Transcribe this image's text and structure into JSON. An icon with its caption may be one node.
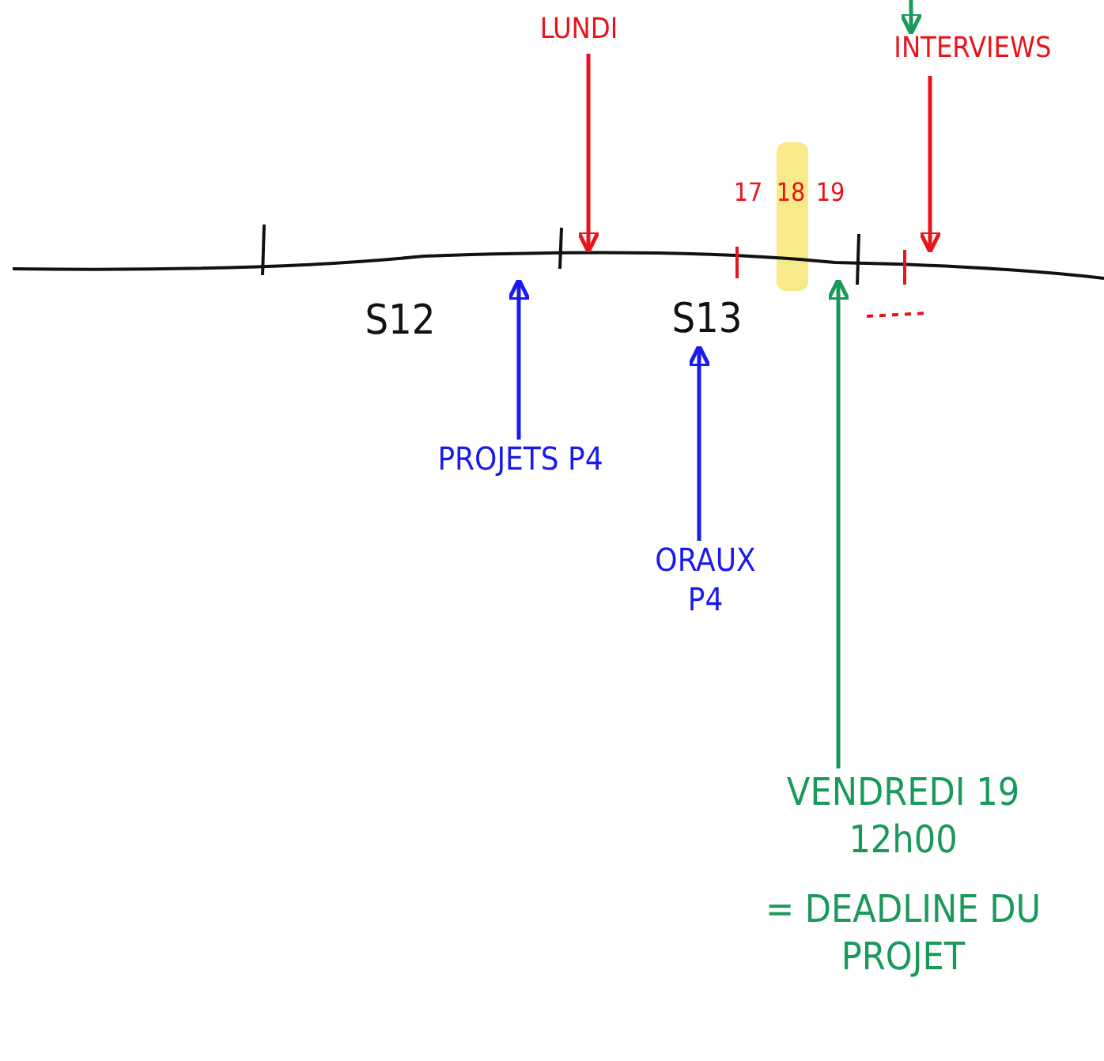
{
  "diagram": {
    "nodes": [
      {
        "text": [
          "LUNDI"
        ]
      },
      {
        "text": [
          "INTERVIEWS"
        ]
      },
      {
        "text": [],
        "shape": "line"
      },
      {
        "text": [
          "S13"
        ]
      },
      {
        "text": [
          "PROJETS P4"
        ]
      },
      {
        "text": [
          "ORAUX P4"
        ]
      },
      {
        "text": [
          "VENDREDI 19 12h00",
          "= DEADLINE DU PROJET"
        ]
      }
    ],
    "edges": [
      {
        "from": 0,
        "to": 2,
        "arrow": "to",
        "color": "#e8141c"
      },
      {
        "from": 1,
        "to": 2,
        "arrow": "to",
        "color": "#e8141c"
      },
      {
        "from": null,
        "to": 1,
        "arrow": "to",
        "color": "#1a9a5a"
      },
      {
        "from": 4,
        "to": 2,
        "arrow": "to",
        "color": "#1a1aee"
      },
      {
        "from": 5,
        "to": 3,
        "arrow": "to",
        "color": "#1a1aee"
      },
      {
        "from": 6,
        "to": 2,
        "arrow": "to",
        "color": "#1a9a5a"
      }
    ],
    "labels": [
      "17",
      "18",
      "19",
      "S12"
    ]
  }
}
